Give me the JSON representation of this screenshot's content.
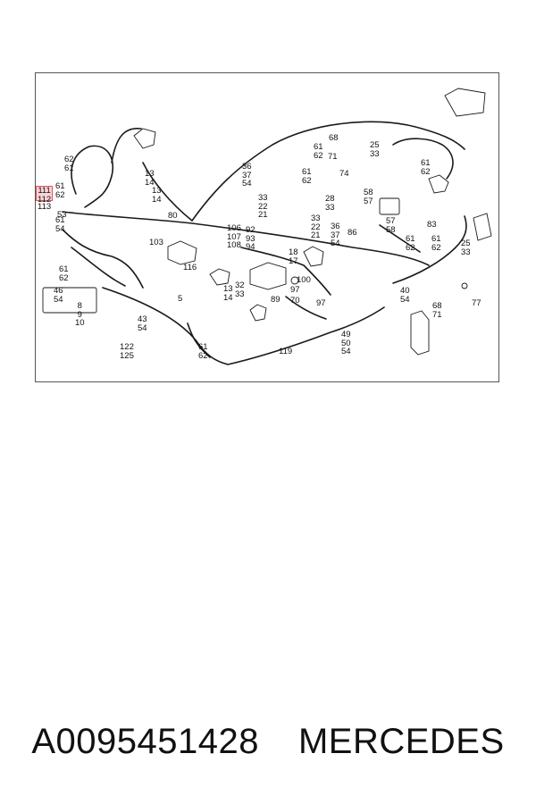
{
  "part_number": "A0095451428",
  "brand": "MERCEDES",
  "highlight_color": "#e8505b",
  "callouts": {
    "c62_61_a": "62\n61",
    "c61_62_a": "61\n62",
    "c111_112": "111\n112",
    "c113": "113",
    "c53": "53",
    "c61_54": "61\n54",
    "c61_62_b": "61\n62",
    "c46_54": "46\n54",
    "c8_9_10": "8\n9\n10",
    "c13_14_a": "13\n14",
    "c13_14_b": "13\n14",
    "c80": "80",
    "c103": "103",
    "c116": "116",
    "c5": "5",
    "c43_54": "43\n54",
    "c122_125": "122\n125",
    "c61_62_c": "61\n62",
    "c13_14_c": "13\n14",
    "c32_33": "32\n33",
    "c36_37_54": "36\n37\n54",
    "c33_22_21_a": "33\n22\n21",
    "c106_107_108": "106\n107\n108",
    "c92_93_94": "92\n93\n94",
    "c18_17": "18\n17",
    "c89": "89",
    "c100": "100",
    "c97_a": "97",
    "c70": "70",
    "c97_b": "97",
    "c119": "119",
    "c61_62_d": "61\n62",
    "c68": "68",
    "c71_a": "71",
    "c25_33_a": "25\n33",
    "c74": "74",
    "c61_62_e": "61\n62",
    "c28_33": "28\n33",
    "c58_57_a": "58\n57",
    "c33_22_21_b": "33\n22\n21",
    "c36_37_54_b": "36\n37\n54",
    "c86": "86",
    "c57_58": "57\n58",
    "c61_62_f": "61\n62",
    "c83": "83",
    "c61_62_g": "61\n62",
    "c61_62_h": "61\n62",
    "c25_33_b": "25\n33",
    "c40_54": "40\n54",
    "c68_71": "68\n71",
    "c77": "77",
    "c49_50_54": "49\n50\n54"
  }
}
